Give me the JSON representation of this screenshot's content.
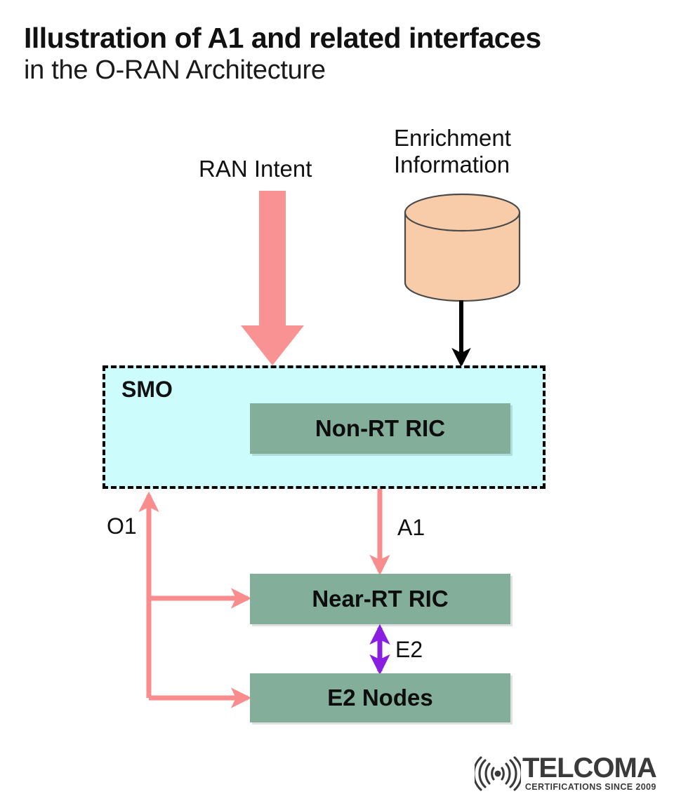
{
  "title": {
    "line1": "Illustration of A1 and related interfaces",
    "line2": "in the O-RAN Architecture"
  },
  "labels": {
    "ran_intent": "RAN Intent",
    "enrichment_line1": "Enrichment",
    "enrichment_line2": "Information",
    "o1_interface": "O1",
    "a1_interface": "A1",
    "e2_interface": "E2"
  },
  "smo": {
    "label": "SMO"
  },
  "nodes": {
    "non_rt_ric": "Non-RT RIC",
    "near_rt_ric": "Near-RT RIC",
    "e2_nodes": "E2 Nodes"
  },
  "brand": {
    "name": "TELCOMA",
    "tagline": "CERTIFICATIONS SINCE 2009"
  },
  "colors": {
    "salmon_arrow": "#f98c8c",
    "salmon_big_arrow": "#f99292",
    "node_green": "#83ae99",
    "smo_cyan": "#ccfcfc",
    "database_peach": "#f8cca8",
    "e2_purple": "#8a1ee0",
    "black": "#000000",
    "brand_gray": "#3a3a3a"
  },
  "diagram": {
    "type": "architecture-block-diagram",
    "elements": [
      {
        "name": "enrichment-information-database",
        "shape": "cylinder"
      },
      {
        "name": "ran-intent-arrow",
        "shape": "block-arrow",
        "direction": "down"
      },
      {
        "name": "smo-container",
        "shape": "dashed-rectangle"
      },
      {
        "name": "non-rt-ric-block",
        "shape": "rectangle"
      },
      {
        "name": "near-rt-ric-block",
        "shape": "rectangle"
      },
      {
        "name": "e2-nodes-block",
        "shape": "rectangle"
      }
    ],
    "connections": [
      {
        "name": "enrichment-to-smo",
        "from": "enrichment-information-database",
        "to": "smo-container",
        "style": "solid-black",
        "heads": "single"
      },
      {
        "name": "ran-intent-to-smo",
        "from": "ran-intent-arrow",
        "to": "smo-container",
        "style": "block-salmon",
        "heads": "single"
      },
      {
        "name": "a1-link",
        "from": "non-rt-ric-block",
        "to": "near-rt-ric-block",
        "style": "salmon",
        "heads": "double",
        "label": "A1"
      },
      {
        "name": "e2-link",
        "from": "near-rt-ric-block",
        "to": "e2-nodes-block",
        "style": "purple",
        "heads": "double",
        "label": "E2"
      },
      {
        "name": "o1-link-near-rt-ric",
        "from": "near-rt-ric-block",
        "to": "smo-container",
        "style": "salmon-elbow",
        "heads": "single",
        "label": "O1"
      },
      {
        "name": "o1-link-e2-nodes",
        "from": "e2-nodes-block",
        "to": "smo-container",
        "style": "salmon-elbow",
        "heads": "single",
        "label": "O1"
      }
    ]
  }
}
